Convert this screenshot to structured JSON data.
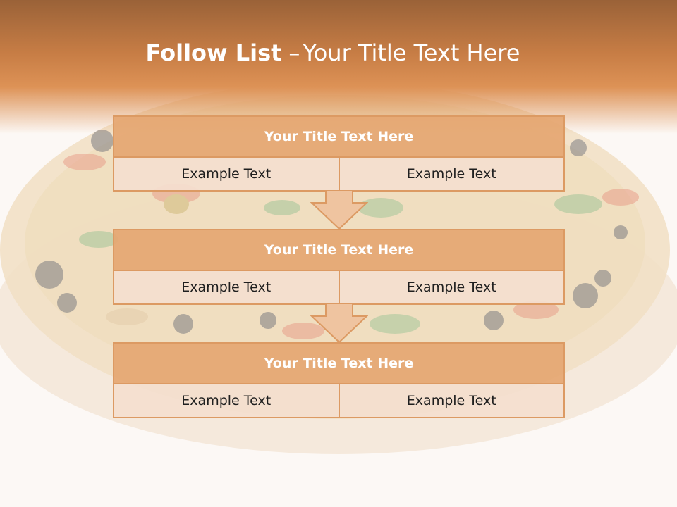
{
  "slide": {
    "title_bold": "Follow List",
    "title_separator": "–",
    "title_rest": "Your Title Text Here"
  },
  "blocks": [
    {
      "title": "Your Title Text Here",
      "left_text": "Example Text",
      "right_text": "Example Text"
    },
    {
      "title": "Your Title Text Here",
      "left_text": "Example Text",
      "right_text": "Example Text"
    },
    {
      "title": "Your Title Text Here",
      "left_text": "Example Text",
      "right_text": "Example Text"
    }
  ],
  "colors": {
    "header_dark": "#9a6238",
    "header_accent": "#dd9256",
    "block_title_fill": "#e5a772",
    "block_cell_fill": "#f4dfcf",
    "border": "#dc9a63"
  },
  "background_image": "faded pizza on wooden board"
}
